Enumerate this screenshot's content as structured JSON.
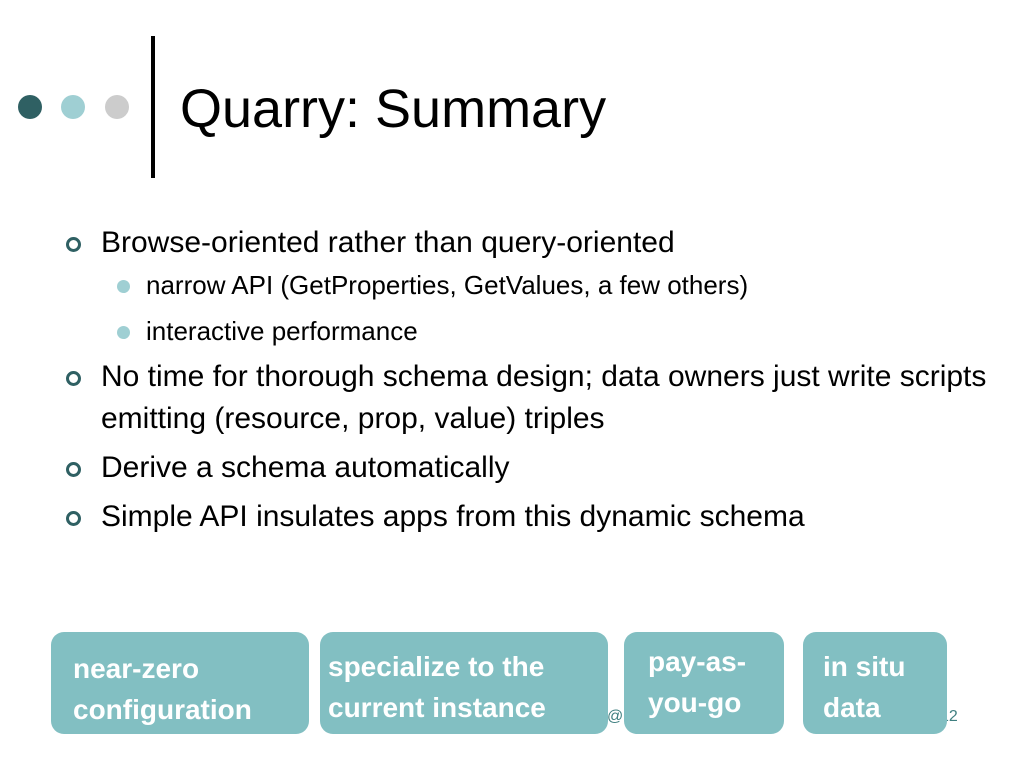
{
  "slide": {
    "title": "Quarry: Summary",
    "bullets": [
      {
        "text": "Browse-oriented rather than query-oriented",
        "subbullets": [
          "narrow API (GetProperties, GetValues, a few others)",
          "interactive performance"
        ]
      },
      {
        "text": "No time for thorough schema design; data owners just write scripts emitting (resource, prop, value) triples",
        "subbullets": []
      },
      {
        "text": "Derive a schema automatically",
        "subbullets": []
      },
      {
        "text": "Simple API insulates apps from this dynamic schema",
        "subbullets": []
      }
    ],
    "badges": [
      {
        "line1": "near-zero",
        "line2": "configuration"
      },
      {
        "line1": "specialize to the",
        "line2": "current instance"
      },
      {
        "line1": "pay-as-",
        "line2": "you-go"
      },
      {
        "line1": "in situ",
        "line2": "data"
      }
    ],
    "footer": {
      "partial_text": "@",
      "page_partial": "12"
    },
    "colors": {
      "dark_teal": "#2f6063",
      "light_teal": "#9fcfd3",
      "gray_dot": "#cccccc",
      "badge_fill": "#82bfc2",
      "badge_text": "#ffffff"
    }
  }
}
